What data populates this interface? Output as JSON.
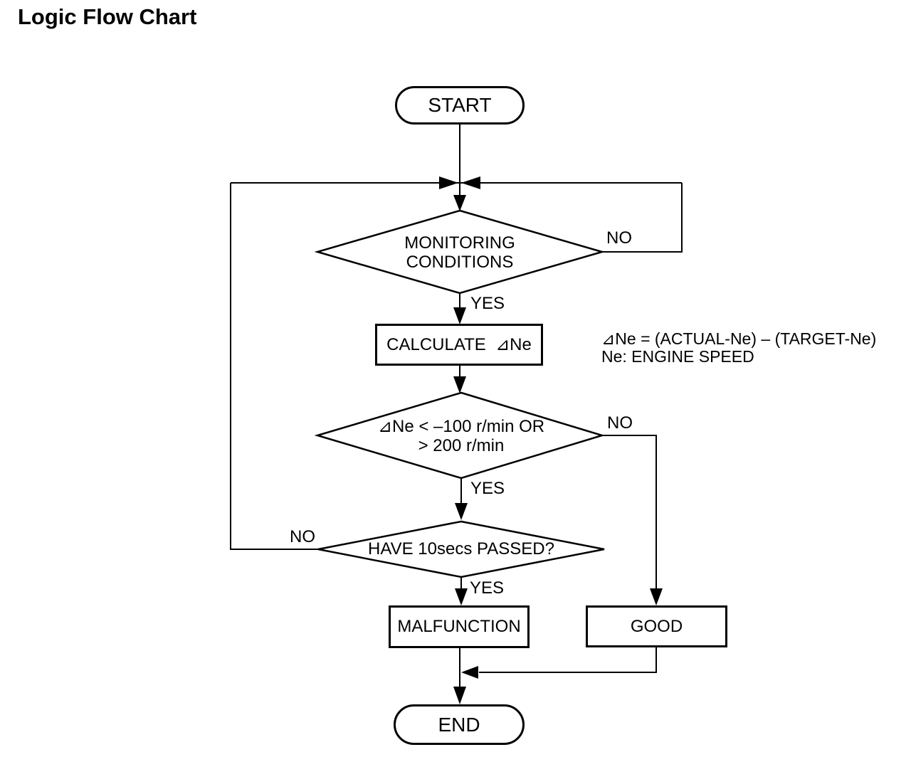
{
  "page": {
    "title": "Logic Flow Chart"
  },
  "colors": {
    "ink": "#000000",
    "background": "#ffffff"
  },
  "flowchart": {
    "start": {
      "label": "START"
    },
    "monitoring_decision": {
      "line1": "MONITORING",
      "line2": "CONDITIONS"
    },
    "calculate_process": {
      "label": "CALCULATE  ⊿Ne"
    },
    "delta_decision": {
      "line1": "⊿Ne < –100 r/min OR",
      "line2": "> 200 r/min"
    },
    "time_decision": {
      "label": "HAVE 10secs PASSED?"
    },
    "malfunction_process": {
      "label": "MALFUNCTION"
    },
    "good_process": {
      "label": "GOOD"
    },
    "end": {
      "label": "END"
    },
    "labels": {
      "monitoring_no": "NO",
      "monitoring_yes": "YES",
      "delta_no": "NO",
      "delta_yes": "YES",
      "time_no": "NO",
      "time_yes": "YES"
    },
    "annotation": {
      "line1": "⊿Ne = (ACTUAL-Ne) – (TARGET-Ne)",
      "line2": "Ne: ENGINE SPEED"
    }
  }
}
